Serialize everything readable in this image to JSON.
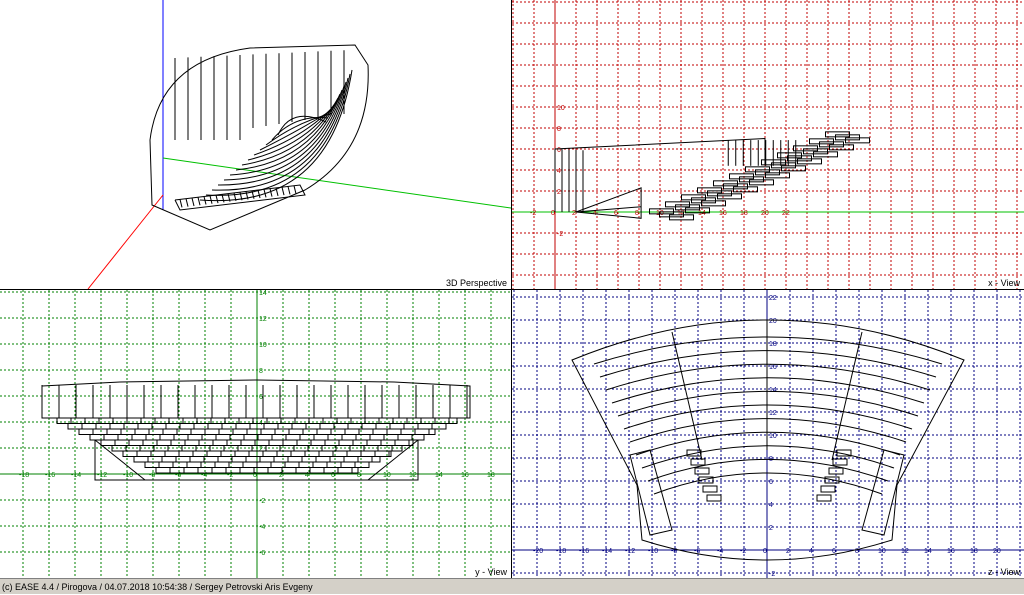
{
  "viewports": {
    "perspective": {
      "label": "3D Perspective"
    },
    "x_view": {
      "label": "x - View",
      "h_ticks": [
        "-2",
        "0",
        "2",
        "4",
        "6",
        "8",
        "10",
        "12",
        "14",
        "16",
        "18",
        "20",
        "22"
      ],
      "v_ticks": [
        "10",
        "8",
        "6",
        "4",
        "2",
        "-2"
      ]
    },
    "y_view": {
      "label": "y - View",
      "h_ticks": [
        "-18",
        "-16",
        "-14",
        "-12",
        "-10",
        "-8",
        "-6",
        "-4",
        "-2",
        "0",
        "2",
        "4",
        "6",
        "8",
        "10",
        "12",
        "14",
        "16",
        "18"
      ],
      "v_ticks": [
        "14",
        "12",
        "10",
        "8",
        "6",
        "4",
        "2",
        "-2",
        "-4",
        "-6"
      ]
    },
    "z_view": {
      "label": "z - View",
      "h_ticks": [
        "-20",
        "-18",
        "-16",
        "-14",
        "-12",
        "-10",
        "-8",
        "-6",
        "-4",
        "-2",
        "0",
        "2",
        "4",
        "6",
        "8",
        "10",
        "12",
        "14",
        "16",
        "18",
        "20"
      ],
      "v_ticks": [
        "22",
        "20",
        "18",
        "16",
        "14",
        "12",
        "10",
        "8",
        "6",
        "4",
        "2",
        "-2"
      ]
    }
  },
  "colors": {
    "grid_red": "#c00000",
    "grid_green": "#008000",
    "grid_blue": "#000080",
    "axis_blue": "#0000ff",
    "axis_green": "#00c000",
    "axis_red": "#ff0000"
  },
  "status_bar": {
    "text": "(c) EASE 4.4 / Pirogova / 04.07.2018 10:54:38 / Sergey Petrovski Aris Evgeny"
  }
}
